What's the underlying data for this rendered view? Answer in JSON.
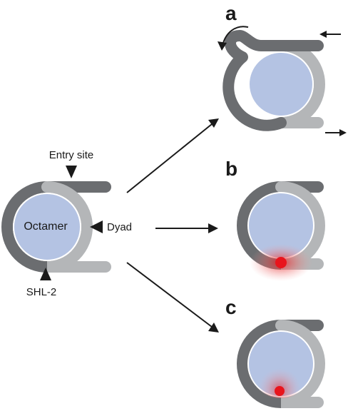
{
  "labels": {
    "entry_site": "Entry site",
    "octamer": "Octamer",
    "dyad": "Dyad",
    "shl2": "SHL-2"
  },
  "panels": {
    "a": "a",
    "b": "b",
    "c": "c"
  },
  "colors": {
    "dna_dark": "#6b6d70",
    "dna_light": "#b4b6b8",
    "octamer": "#b4c3e3",
    "octamer_rim": "#ffffff",
    "highlight": "#e8141c",
    "arrow": "#1a1a1a"
  }
}
